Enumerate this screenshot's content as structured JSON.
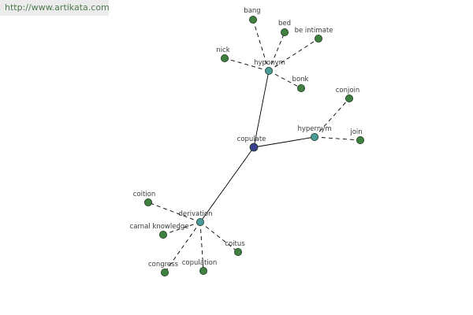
{
  "watermark": "http://www.artikata.com",
  "colors": {
    "root": "#3a3f8f",
    "relation": "#4a9a9a",
    "leaf": "#3f7f3f",
    "solid_edge": "#000000",
    "dashed_edge": "#000000"
  },
  "graph": {
    "root": {
      "id": "copulate",
      "label": "copulate"
    },
    "relations": [
      {
        "id": "hyponym",
        "label": "hyponym",
        "children": [
          "bang",
          "bed",
          "be intimate",
          "nick",
          "bonk"
        ]
      },
      {
        "id": "hypernym",
        "label": "hypernym",
        "children": [
          "conjoin",
          "join"
        ]
      },
      {
        "id": "derivation",
        "label": "derivation",
        "children": [
          "coition",
          "carnal knowledge",
          "coitus",
          "congress",
          "copulation"
        ]
      }
    ]
  }
}
